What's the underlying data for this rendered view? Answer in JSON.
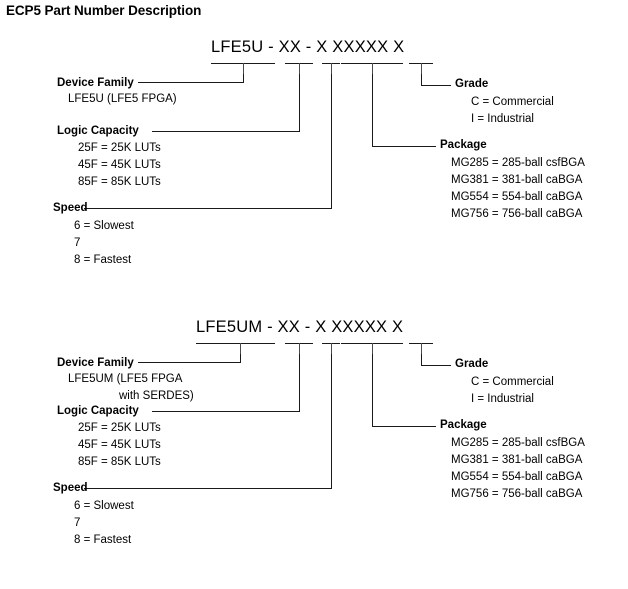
{
  "title": "ECP5 Part Number Description",
  "diagrams": [
    {
      "id": "diagram-1",
      "part_number": "LFE5U - XX - X XXXXX X",
      "device_family": {
        "heading": "Device Family",
        "lines": [
          "LFE5U (LFE5 FPGA)"
        ]
      },
      "logic_capacity": {
        "heading": "Logic Capacity",
        "lines": [
          "25F = 25K LUTs",
          "45F = 45K LUTs",
          "85F = 85K LUTs"
        ]
      },
      "speed": {
        "heading": "Speed",
        "lines": [
          "6 = Slowest",
          "7",
          "8 = Fastest"
        ]
      },
      "grade": {
        "heading": "Grade",
        "lines": [
          "C = Commercial",
          "I = Industrial"
        ]
      },
      "package": {
        "heading": "Package",
        "lines": [
          "MG285 = 285-ball csfBGA",
          "MG381 = 381-ball caBGA",
          "MG554 = 554-ball caBGA",
          "MG756 = 756-ball caBGA"
        ]
      }
    },
    {
      "id": "diagram-2",
      "part_number": "LFE5UM - XX - X XXXXX X",
      "device_family": {
        "heading": "Device Family",
        "lines": [
          "LFE5UM (LFE5 FPGA",
          "with SERDES)"
        ]
      },
      "logic_capacity": {
        "heading": "Logic Capacity",
        "lines": [
          "25F = 25K LUTs",
          "45F = 45K LUTs",
          "85F = 85K LUTs"
        ]
      },
      "speed": {
        "heading": "Speed",
        "lines": [
          "6 = Slowest",
          "7",
          "8 = Fastest"
        ]
      },
      "grade": {
        "heading": "Grade",
        "lines": [
          "C = Commercial",
          "I = Industrial"
        ]
      },
      "package": {
        "heading": "Package",
        "lines": [
          "MG285 = 285-ball csfBGA",
          "MG381 = 381-ball caBGA",
          "MG554 = 554-ball caBGA",
          "MG756 = 756-ball caBGA"
        ]
      }
    }
  ],
  "colors": {
    "text": "#000000",
    "rule": "#1a1a1a",
    "tick": "#4a4a4a",
    "background": "#ffffff"
  }
}
